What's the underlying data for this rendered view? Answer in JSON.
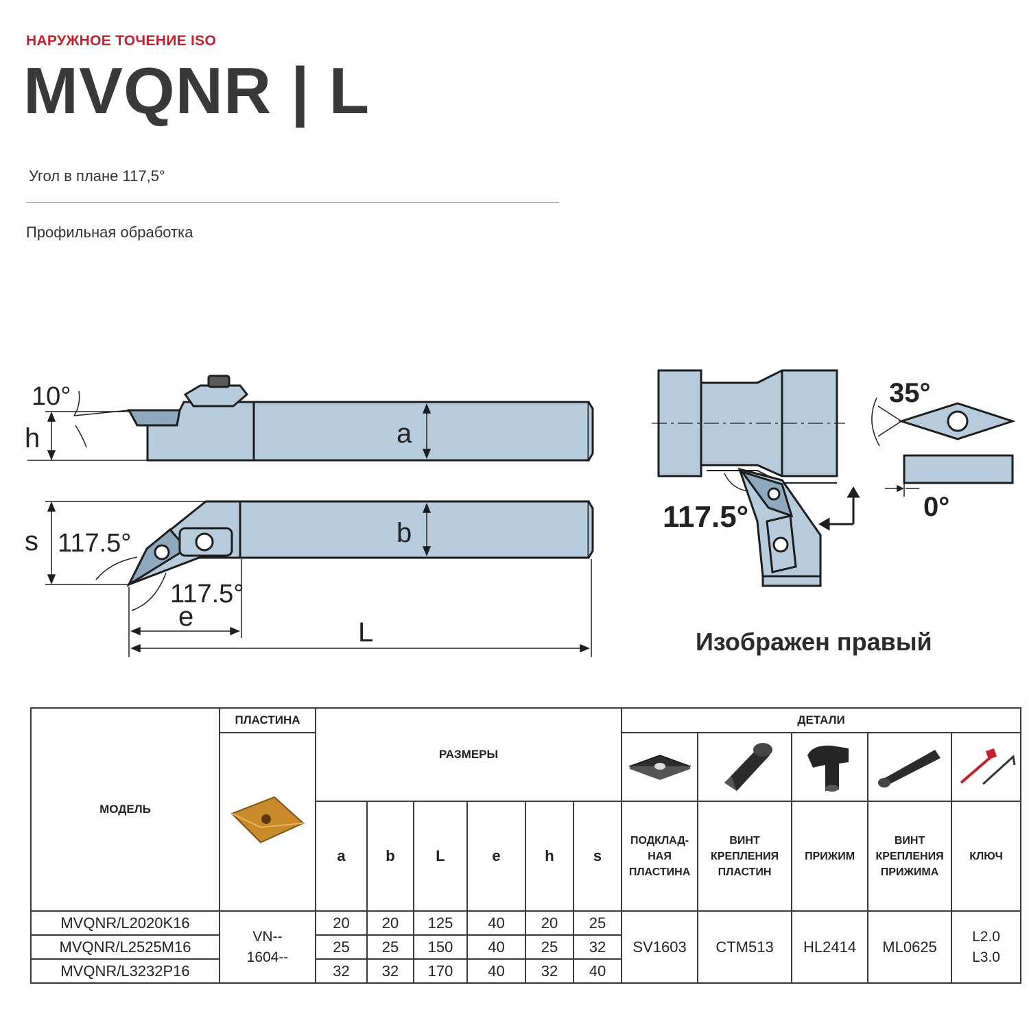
{
  "header": {
    "category": "НАРУЖНОЕ ТОЧЕНИЕ ISO",
    "title": "MVQNR | L"
  },
  "features": [
    "Угол в плане 117,5°",
    "Профильная обработка"
  ],
  "drawing": {
    "side": {
      "rake_angle": "10°",
      "h": "h",
      "a": "a"
    },
    "top": {
      "s": "s",
      "angle_left": "117.5°",
      "angle_bottom": "117.5°",
      "b": "b",
      "e": "e",
      "L": "L"
    },
    "detail": {
      "angle": "117.5°",
      "insert_angle": "35°",
      "clearance": "0°"
    },
    "note": "Изображен правый"
  },
  "table": {
    "headers": {
      "model": "МОДЕЛЬ",
      "insert": "ПЛАСТИНА",
      "dimensions": "РАЗМЕРЫ",
      "parts": "ДЕТАЛИ",
      "dim_cols": [
        "a",
        "b",
        "L",
        "e",
        "h",
        "s"
      ],
      "part_cols": [
        "ПОДКЛАД-\nНАЯ\nПЛАСТИНА",
        "ВИНТ\nКРЕПЛЕНИЯ\nПЛАСТИН",
        "ПРИЖИМ",
        "ВИНТ\nКРЕПЛЕНИЯ\nПРИЖИМА",
        "КЛЮЧ"
      ]
    },
    "insert_code": "VN--\n1604--",
    "rows": [
      {
        "model": "MVQNR/L2020K16",
        "a": "20",
        "b": "20",
        "L": "125",
        "e": "40",
        "h": "20",
        "s": "25"
      },
      {
        "model": "MVQNR/L2525M16",
        "a": "25",
        "b": "25",
        "L": "150",
        "e": "40",
        "h": "25",
        "s": "32"
      },
      {
        "model": "MVQNR/L3232P16",
        "a": "32",
        "b": "32",
        "L": "170",
        "e": "40",
        "h": "32",
        "s": "40"
      }
    ],
    "parts_values": {
      "shim": "SV1603",
      "insert_screw": "CTM513",
      "clamp": "HL2414",
      "clamp_screw": "ML0625",
      "key": "L2.0\nL3.0"
    }
  },
  "colors": {
    "accent": "#c8202a",
    "steel": "#b6ccdc",
    "insert_gold": "#c98a2a"
  }
}
